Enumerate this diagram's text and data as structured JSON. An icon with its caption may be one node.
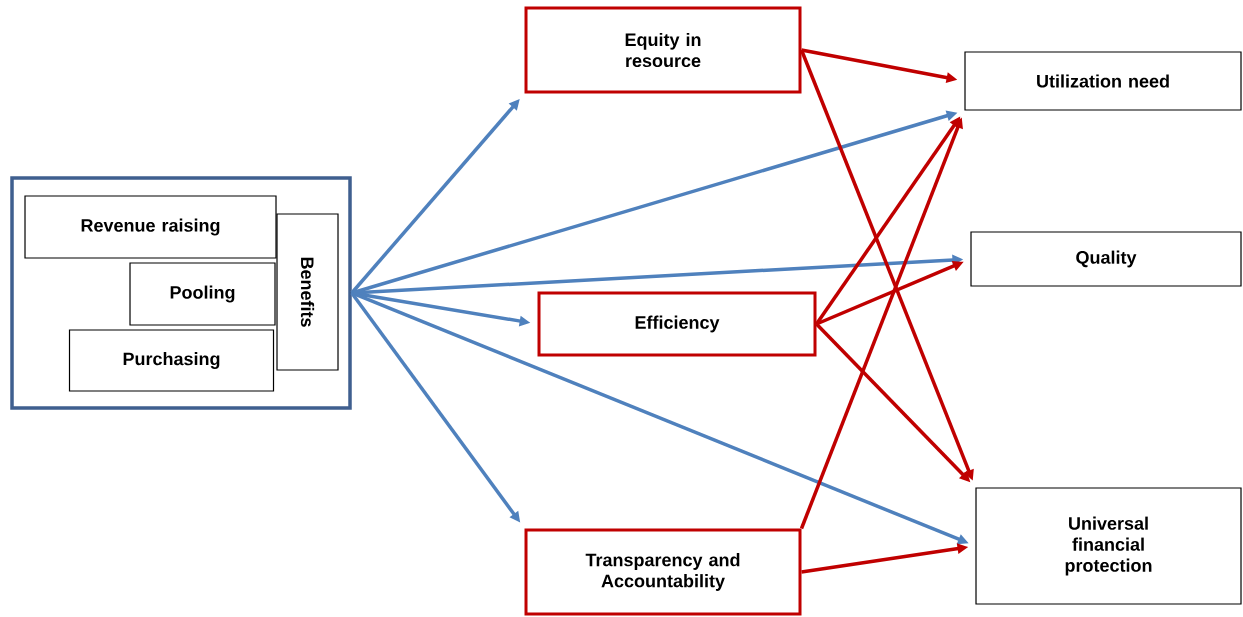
{
  "diagram": {
    "nodes": [
      {
        "text": [],
        "shape": "box"
      },
      {
        "text": [
          "Revenue raising"
        ],
        "in": 0
      },
      {
        "text": [
          "Pooling"
        ],
        "in": 0
      },
      {
        "text": [
          "Purchasing"
        ],
        "in": 0
      },
      {
        "text": [
          "Benefits"
        ],
        "in": 0
      },
      {
        "text": [
          "Equity in resource"
        ]
      },
      {
        "text": [
          "Efficiency"
        ]
      },
      {
        "text": [
          "Transparency and Accountability"
        ]
      },
      {
        "text": [
          "Utilization need"
        ]
      },
      {
        "text": [
          "Quality"
        ]
      },
      {
        "text": [
          "Universal financial protection"
        ]
      }
    ],
    "edges": [
      {
        "from": 0,
        "to": 5,
        "arrow": "to",
        "color": "#4f81bd"
      },
      {
        "from": 0,
        "to": 8,
        "arrow": "to",
        "color": "#4f81bd"
      },
      {
        "from": 0,
        "to": 9,
        "arrow": "to",
        "color": "#4f81bd"
      },
      {
        "from": 0,
        "to": 6,
        "arrow": "to",
        "color": "#4f81bd"
      },
      {
        "from": 0,
        "to": 10,
        "arrow": "to",
        "color": "#4f81bd"
      },
      {
        "from": 0,
        "to": 7,
        "arrow": "to",
        "color": "#4f81bd"
      },
      {
        "from": 5,
        "to": 8,
        "arrow": "to",
        "color": "#c00000"
      },
      {
        "from": 5,
        "to": 10,
        "arrow": "to",
        "color": "#c00000"
      },
      {
        "from": 6,
        "to": 8,
        "arrow": "to",
        "color": "#c00000"
      },
      {
        "from": 6,
        "to": 9,
        "arrow": "to",
        "color": "#c00000"
      },
      {
        "from": 6,
        "to": 10,
        "arrow": "to",
        "color": "#c00000"
      },
      {
        "from": 7,
        "to": 8,
        "arrow": "to",
        "color": "#c00000"
      },
      {
        "from": 7,
        "to": 10,
        "arrow": "to",
        "color": "#c00000"
      }
    ]
  }
}
